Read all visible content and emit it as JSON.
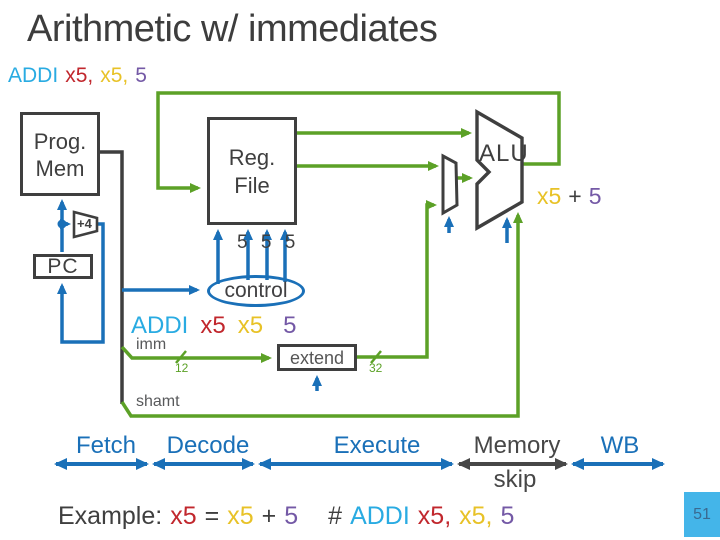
{
  "title": "Arithmetic w/ immediates",
  "instruction": {
    "opcode": "ADDI",
    "rd": "x5,",
    "rs1": "x5,",
    "imm": "5"
  },
  "datapath": {
    "prog_mem": {
      "line1": "Prog.",
      "line2": "Mem"
    },
    "plus4": "+4",
    "pc": "PC",
    "reg_file": {
      "line1": "Reg.",
      "line2": "File"
    },
    "reg_nums": "5 5 5",
    "control": "control",
    "alu": "ALU",
    "alu_result": {
      "a": "x5",
      "op": "+",
      "b": "5"
    },
    "decoded": {
      "opcode": "ADDI",
      "rd": "x5",
      "rs1": "x5",
      "imm": "5"
    },
    "imm_label": "imm",
    "imm_width": "12",
    "extend": "extend",
    "extend_width": "32",
    "shamt": "shamt"
  },
  "stages": {
    "fetch": "Fetch",
    "decode": "Decode",
    "execute": "Execute",
    "memory": "Memory",
    "memory_note": "skip",
    "wb": "WB"
  },
  "example": {
    "label": "Example:",
    "lhs": "x5",
    "eq": "=",
    "a": "x5",
    "plus": "+",
    "b": "5",
    "hash": "#",
    "opcode": "ADDI",
    "rd": "x5,",
    "rs1": "x5,",
    "imm": "5"
  },
  "page_number": "51",
  "colors": {
    "wire_green": "#5ca127",
    "wire_blue": "#1a70b8",
    "dark_gray": "#3f3f3f",
    "opcode_cyan": "#29abe2",
    "rd_red": "#c1272d",
    "rs_yellow": "#e8c227",
    "imm_purple": "#7459a6",
    "badge_blue": "#44b5e9"
  }
}
